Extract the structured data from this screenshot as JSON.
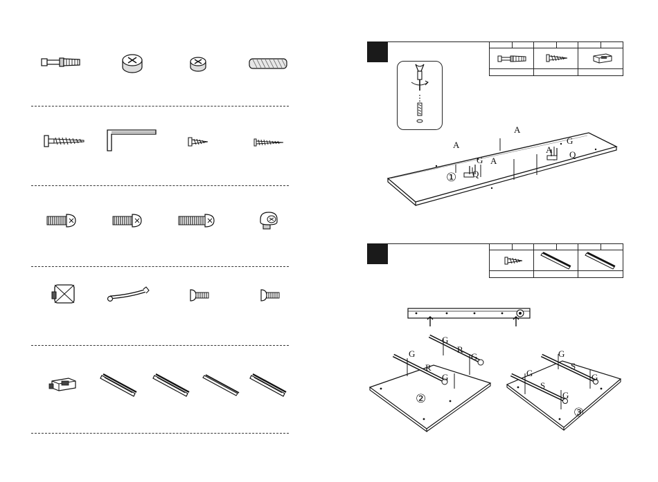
{
  "left_page": {
    "hardware_icons": [
      [
        "cam-bolt-icon",
        "cam-lock-large-icon",
        "cam-lock-small-icon",
        "wooden-dowel-icon"
      ],
      [
        "long-screw-icon",
        "allen-key-icon",
        "short-screw-icon",
        "thin-screw-icon"
      ],
      [
        "machine-screw-icon",
        "machine-screw-icon",
        "machine-screw-long-icon",
        "connector-nut-icon"
      ],
      [
        "knob-icon",
        "handle-icon",
        "short-bolt-icon",
        "short-bolt-icon"
      ],
      [
        "drawer-damper-icon",
        "drawer-slide-icon",
        "drawer-slide-icon",
        "drawer-slide-icon",
        "drawer-slide-icon"
      ]
    ]
  },
  "step_one": {
    "hardware_icons": [
      "cam-bolt-icon",
      "screw-icon",
      "damper-icon"
    ],
    "labels": {
      "a": "A",
      "g": "G",
      "q": "Q",
      "panel_number": "①"
    }
  },
  "step_two": {
    "hardware_icons": [
      "short-screw-icon",
      "drawer-slide-icon",
      "drawer-slide-icon"
    ],
    "labels": {
      "g": "G",
      "r": "R",
      "s": "S",
      "panel_left_number": "②",
      "panel_right_number": "③"
    }
  }
}
